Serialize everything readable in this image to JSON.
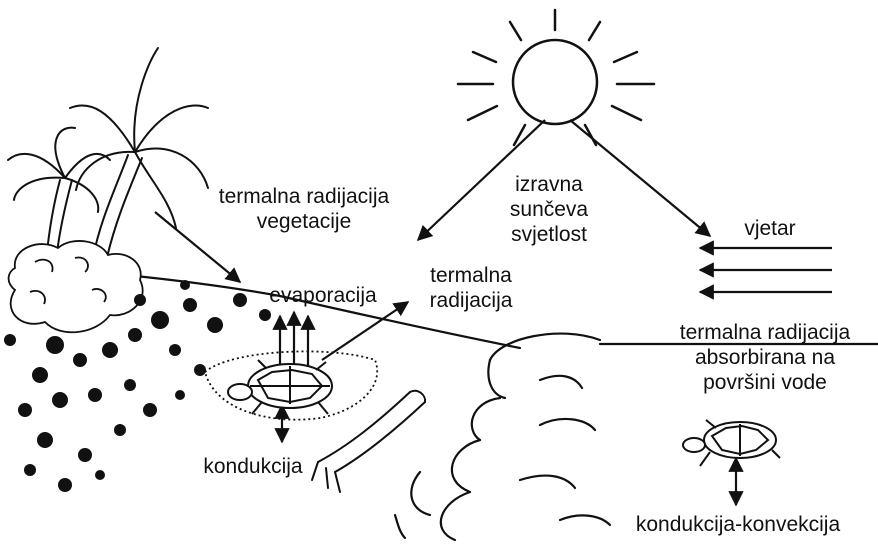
{
  "labels": {
    "vegetation_radiation": [
      "termalna radijacija",
      "vegetacije"
    ],
    "direct_sunlight": [
      "izravna",
      "sunčeva",
      "svjetlost"
    ],
    "wind": "vjetar",
    "evaporation": "evaporacija",
    "thermal_radiation": [
      "termalna",
      "radijacija"
    ],
    "water_radiation": [
      "termalna radijacija",
      "absorbirana na",
      "površini vode"
    ],
    "conduction": "kondukcija",
    "conduction_convection": "kondukcija-konvekcija"
  },
  "colors": {
    "ink": "#111111",
    "background": "#ffffff"
  },
  "icons": [
    "sun-icon",
    "palm-tree-icon",
    "turtle-icon",
    "wave-icon",
    "driftwood-icon"
  ]
}
